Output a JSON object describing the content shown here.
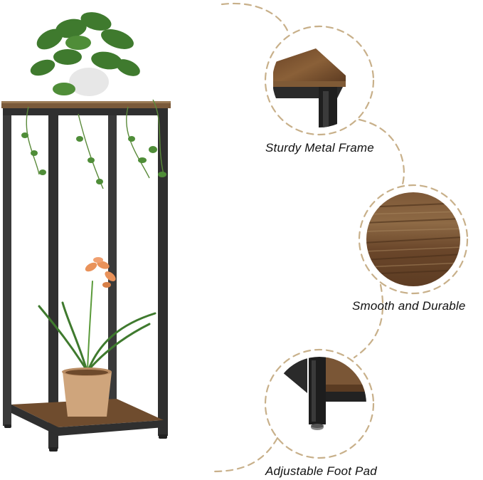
{
  "colors": {
    "background": "#ffffff",
    "dash_path": "#c8b08a",
    "metal_frame": "#2e2e2e",
    "wood_dark": "#5a3b22",
    "wood_mid": "#7a5434",
    "wood_light": "#9c7a55",
    "leaf_green": "#3f7a2e",
    "flower_orange": "#e9925a",
    "pot_tan": "#cfa57c"
  },
  "product": {
    "name": "plant stand",
    "tiers": 2
  },
  "features": [
    {
      "label": "Sturdy Metal Frame",
      "icon": "metal-frame-corner-detail"
    },
    {
      "label": "Smooth and Durable",
      "icon": "wood-grain-surface-detail"
    },
    {
      "label": "Adjustable Foot Pad",
      "icon": "adjustable-foot-pad-detail"
    }
  ]
}
